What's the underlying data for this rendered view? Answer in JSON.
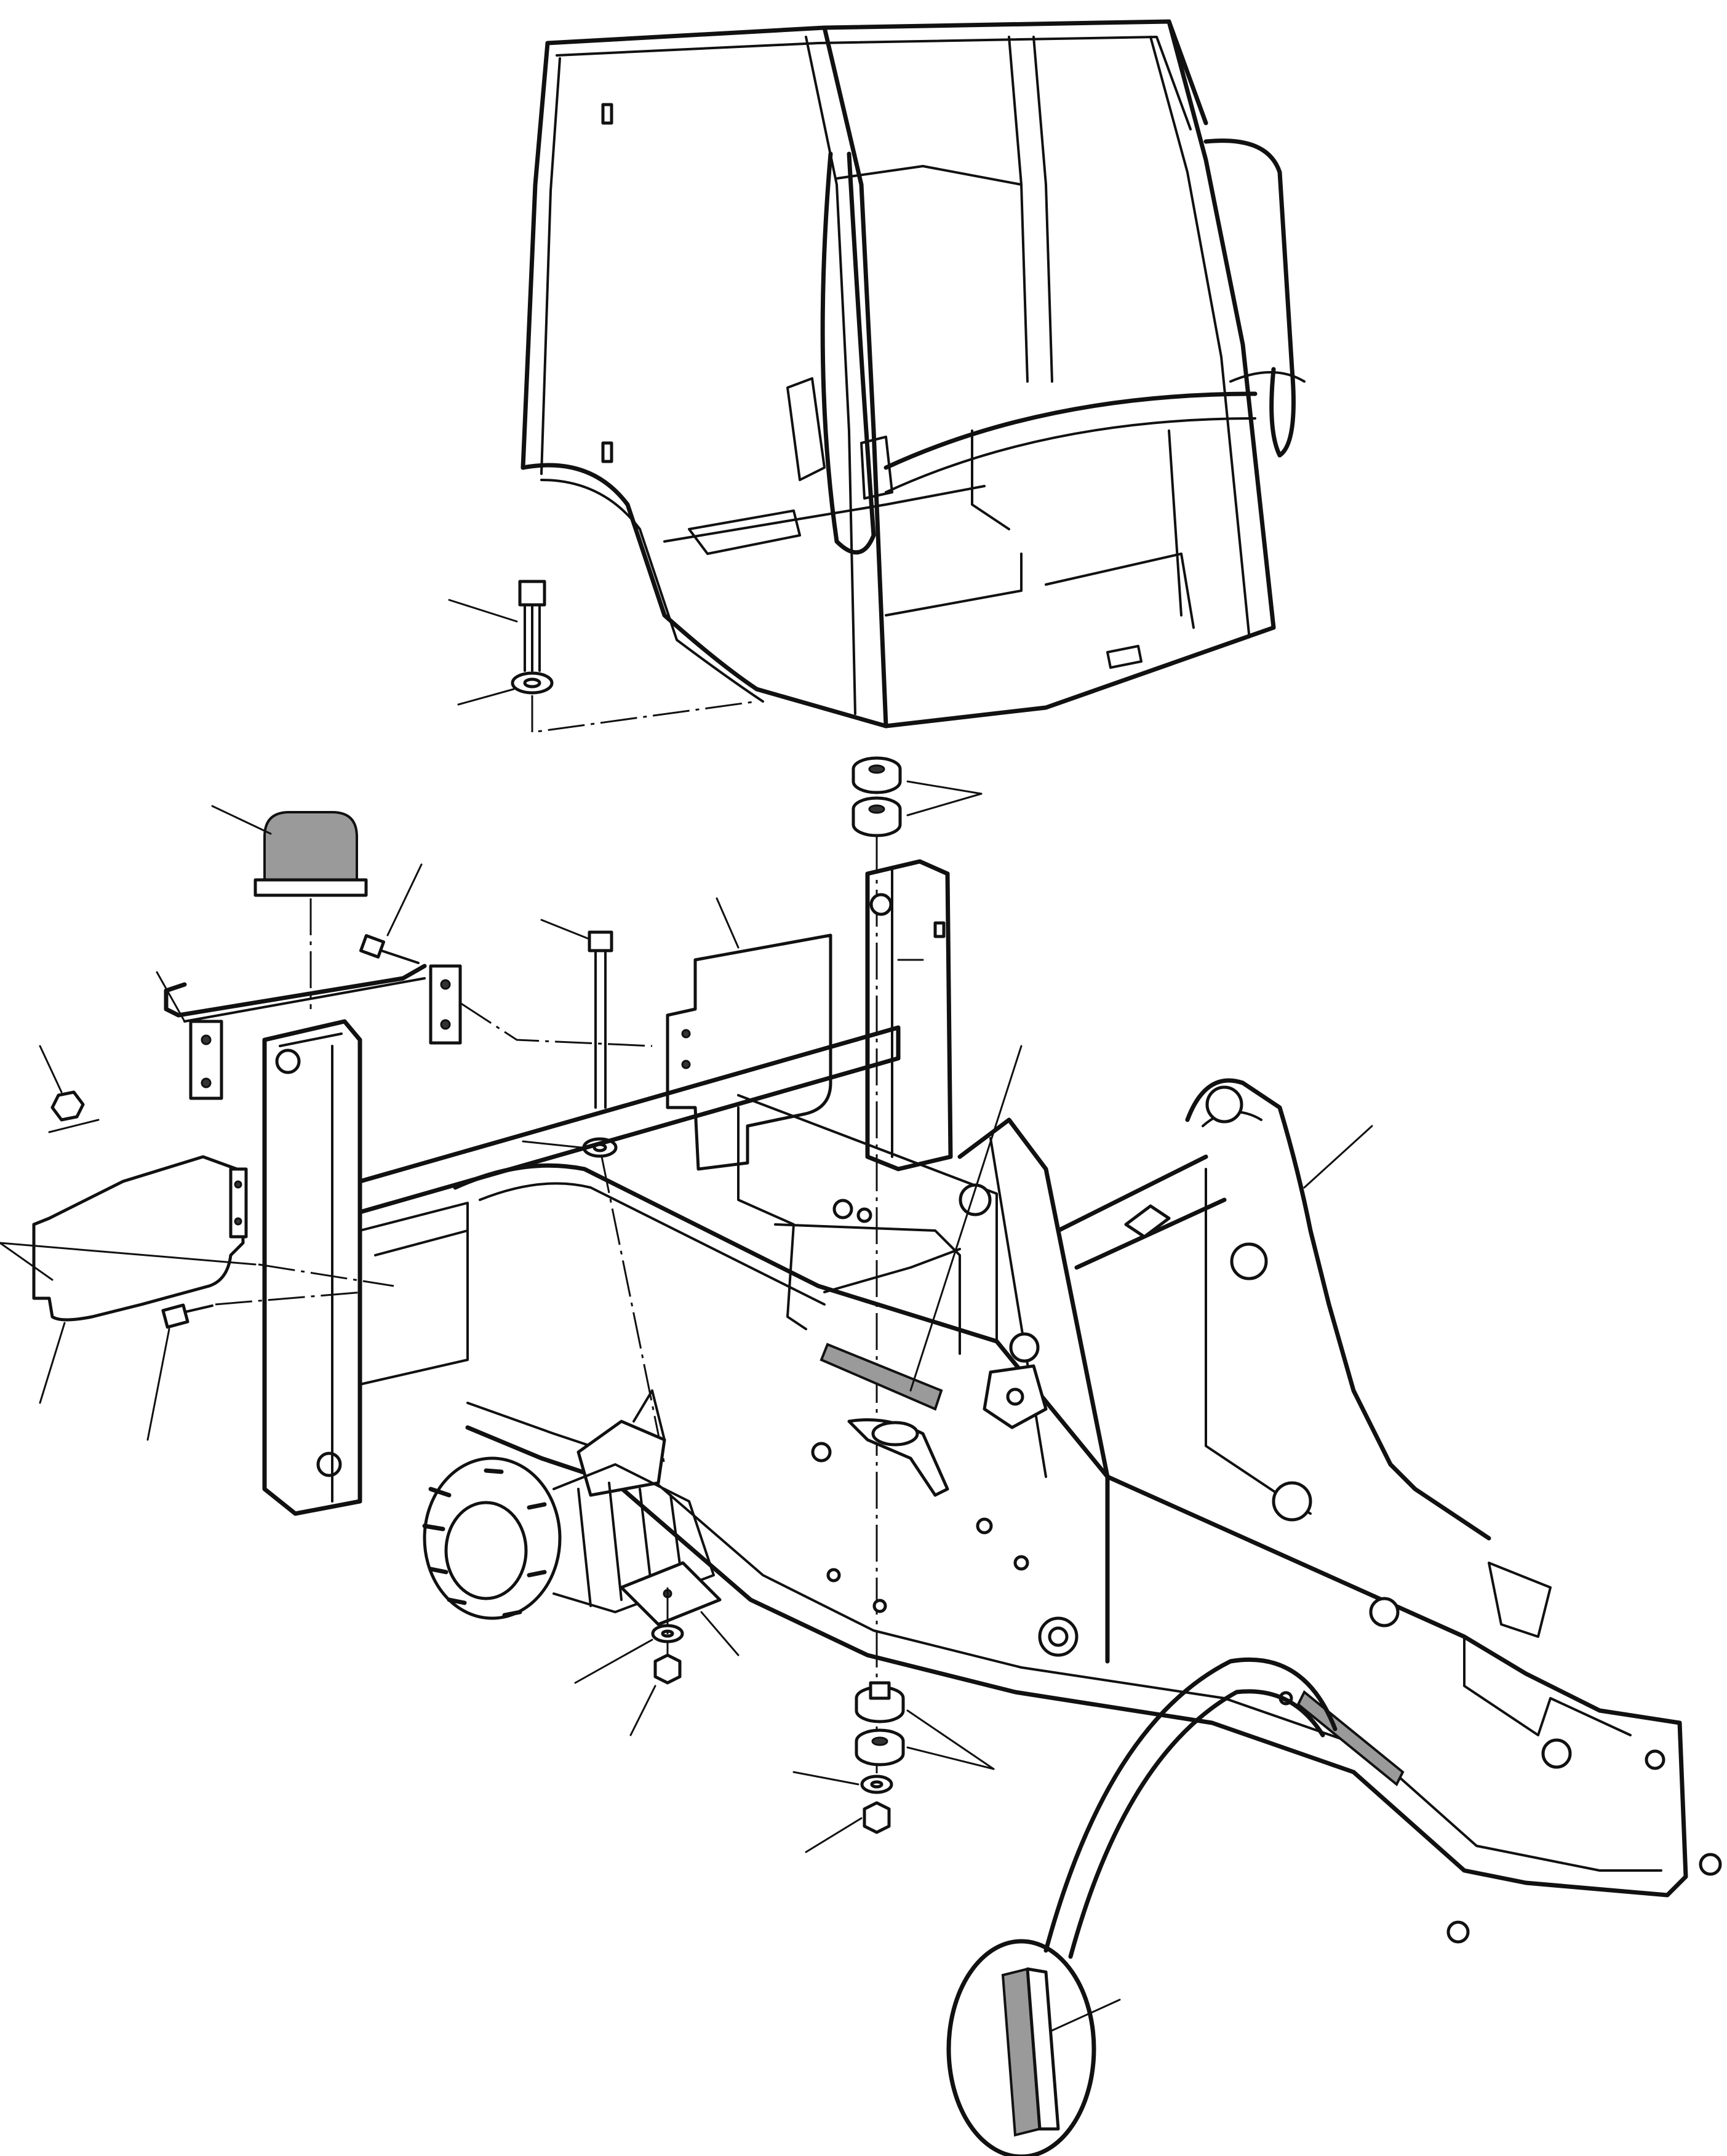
{
  "diagram": {
    "parts": [
      {
        "id": "cab",
        "icon": "cab-frame-icon"
      },
      {
        "id": "mount-bolt",
        "icon": "bolt-icon"
      },
      {
        "id": "mount-washer",
        "icon": "washer-icon"
      },
      {
        "id": "upper-rubber-mounts",
        "icon": "rubber-mount-icon"
      },
      {
        "id": "lower-rubber-mounts",
        "icon": "rubber-mount-icon"
      },
      {
        "id": "lower-washer",
        "icon": "washer-icon"
      },
      {
        "id": "lower-nut",
        "icon": "nut-icon"
      },
      {
        "id": "rubber-bumper",
        "icon": "rubber-bumper-icon"
      },
      {
        "id": "bracket-bolt",
        "icon": "bolt-icon"
      },
      {
        "id": "tie-rod",
        "icon": "rod-icon"
      },
      {
        "id": "clamp-plates",
        "icon": "plate-icon"
      },
      {
        "id": "long-bolt",
        "icon": "bolt-icon"
      },
      {
        "id": "long-bolt-washer",
        "icon": "washer-icon"
      },
      {
        "id": "rear-cover-plate",
        "icon": "cover-plate-icon"
      },
      {
        "id": "side-cover-plate",
        "icon": "cover-plate-icon"
      },
      {
        "id": "cover-nut",
        "icon": "nut-icon"
      },
      {
        "id": "cover-screw",
        "icon": "screw-icon"
      },
      {
        "id": "wear-strip",
        "icon": "wear-strip-icon"
      },
      {
        "id": "main-frame",
        "icon": "chassis-frame-icon"
      },
      {
        "id": "axle-hub",
        "icon": "wheel-hub-icon"
      },
      {
        "id": "axle-pad",
        "icon": "plate-icon"
      },
      {
        "id": "axle-washer",
        "icon": "washer-icon"
      },
      {
        "id": "axle-nut",
        "icon": "nut-icon"
      },
      {
        "id": "detail-strip",
        "icon": "wear-strip-icon"
      }
    ]
  },
  "colors": {
    "line": "#111111",
    "rubber": "#9a9a9a",
    "background": "#ffffff"
  }
}
